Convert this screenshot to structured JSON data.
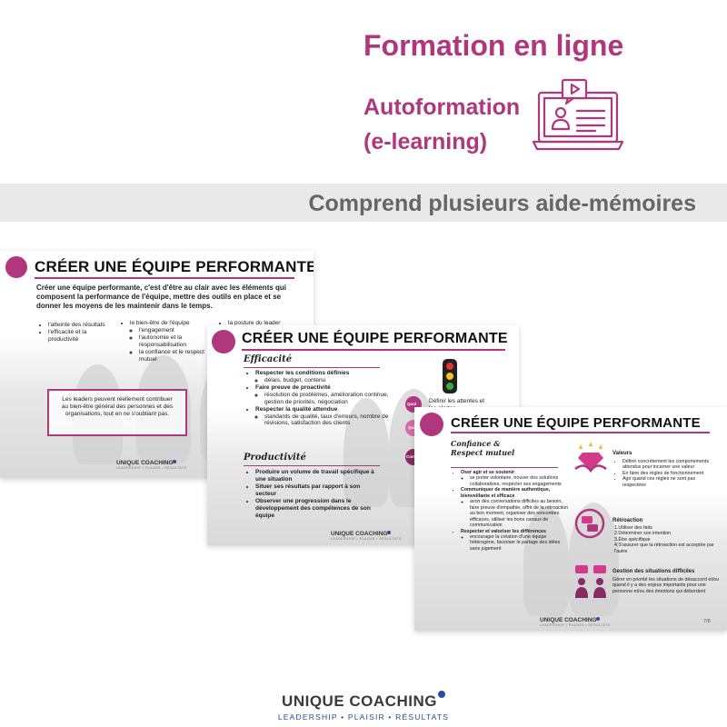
{
  "header": {
    "title": "Formation en ligne",
    "subtitle_line1": "Autoformation",
    "subtitle_line2": "(e-learning)",
    "accent_color": "#b0377e",
    "icon": "laptop-elearning-icon"
  },
  "band": {
    "text": "Comprend plusieurs aide-mémoires",
    "background": "#e9e9e9",
    "text_color": "#666666"
  },
  "slide1": {
    "title": "CRÉER UNE ÉQUIPE PERFORMANTE",
    "intro": "Créer une équipe performante, c'est d'être au clair avec les éléments qui composent la performance de l'équipe, mettre des outils en place et se donner les moyens de les maintenir dans le temps.",
    "col1": [
      "l'atteinte des résultats",
      "l'efficacité et la productivité"
    ],
    "col2_main": "le bien-être de l'équipe",
    "col2_sub": [
      "l'engagement",
      "l'autonomie et la responsabilisation",
      "la confiance et le respect mutuel"
    ],
    "col3": [
      "la posture du leader"
    ],
    "quote": "Les leaders peuvent réellement contribuer au bien-être général des personnes et des organisations, tout en ne s'oubliant pas.",
    "logo_name": "UNIQUE COACHING",
    "logo_tag": "LEADERSHIP • PLAISIR • RÉSULTATS"
  },
  "slide2": {
    "title": "CRÉER UNE ÉQUIPE PERFORMANTE",
    "section1": "Efficacité",
    "items1": [
      {
        "label": "Respecter les conditions définies",
        "sub": [
          "délais, budget, contenu"
        ]
      },
      {
        "label": "Faire preuve de proactivité",
        "sub": [
          "résolution de problèmes, amélioration continue, gestion de priorités, négociation"
        ]
      },
      {
        "label": "Respecter la qualité attendue",
        "sub": [
          "standards de qualité, taux d'erreurs, nombre de révisions, satisfaction des clients"
        ]
      }
    ],
    "section2": "Productivité",
    "items2": [
      "Produire un volume de travail spécifique à une situation",
      "Situer ses résultats par rapport à son secteur",
      "Observer une progression dans le développement des compétences de son équipe"
    ],
    "side_tabs": [
      "Quoi",
      "Qui",
      "Com"
    ],
    "side_text": "Définir les attentes et les alertes",
    "logo_name": "UNIQUE COACHING",
    "logo_tag": "LEADERSHIP • PLAISIR • RÉSULTATS"
  },
  "slide3": {
    "title": "CRÉER UNE ÉQUIPE PERFORMANTE",
    "section": "Confiance & Respect mutuel",
    "items": [
      {
        "label": "Oser agir et se soutenir",
        "sub": [
          "se porter volontaire, trouver des solutions collaboratives, respecter ses engagements"
        ]
      },
      {
        "label": "Communiquer de manière authentique, bienveillante et efficace",
        "sub": [
          "avoir des conversations difficiles au besoin, faire preuve d'empathie, offrir de la rétroaction au bon moment, organiser des rencontres efficaces, utiliser les bons canaux de communication"
        ]
      },
      {
        "label": "Respecter et valoriser les différences",
        "sub": [
          "encourager la création d'une équipe hétérogène, favoriser le partage des idées sans jugement"
        ]
      }
    ],
    "valeurs_title": "Valeurs",
    "valeurs": [
      "Définir concrètement les comportements attendus pour incarner une valeur",
      "En faire des règles de fonctionnement",
      "Agir quand ces règles ne sont pas respectées"
    ],
    "retro_title": "Rétroaction",
    "retro": [
      "1.Utiliser des faits",
      "2.Déterminer son intention",
      "3.Être spécifique",
      "4.S'assurer que la rétroaction est acceptée par l'autre"
    ],
    "gestion_title": "Gestion des situations difficiles",
    "gestion": "Gérer en priorité les situations de désaccord et/ou quand il y a des enjeux importants pour une personne et/ou des émotions qui débordent",
    "page": "7/8",
    "logo_name": "UNIQUE COACHING",
    "logo_tag": "LEADERSHIP • PLAISIR • RÉSULTATS"
  },
  "footer": {
    "name": "UNIQUE COACHING",
    "tagline": "LEADERSHIP • PLAISIR • RÉSULTATS",
    "dot_color": "#2b4aa0"
  }
}
